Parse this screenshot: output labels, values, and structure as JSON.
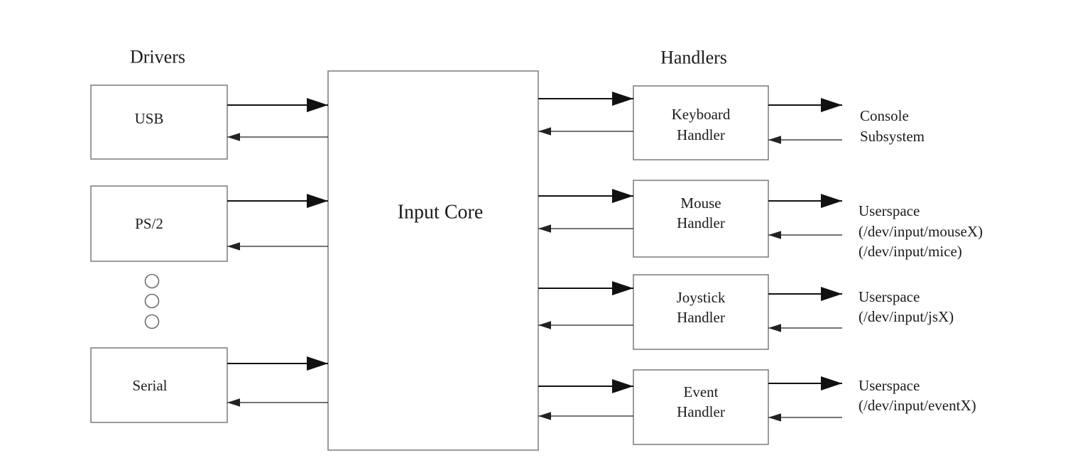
{
  "diagram": {
    "left_heading": "Drivers",
    "right_heading": "Handlers",
    "core_label": "Input Core",
    "drivers": [
      {
        "label": "USB"
      },
      {
        "label": "PS/2"
      },
      {
        "label": "Serial"
      }
    ],
    "handlers": [
      {
        "line1": "Keyboard",
        "line2": "Handler"
      },
      {
        "line1": "Mouse",
        "line2": "Handler"
      },
      {
        "line1": "Joystick",
        "line2": "Handler"
      },
      {
        "line1": "Event",
        "line2": "Handler"
      }
    ],
    "outputs": [
      {
        "lines": [
          "Console",
          "Subsystem",
          ""
        ]
      },
      {
        "lines": [
          "Userspace",
          "(/dev/input/mouseX)",
          "(/dev/input/mice)"
        ]
      },
      {
        "lines": [
          "Userspace",
          "(/dev/input/jsX)",
          ""
        ]
      },
      {
        "lines": [
          "Userspace",
          "(/dev/input/eventX)",
          ""
        ]
      }
    ],
    "colors": {
      "background": "#ffffff",
      "box_border": "#7a7a7a",
      "forward_arrow": "#111111",
      "return_arrow": "#222222",
      "text": "#1c1c1c"
    }
  }
}
